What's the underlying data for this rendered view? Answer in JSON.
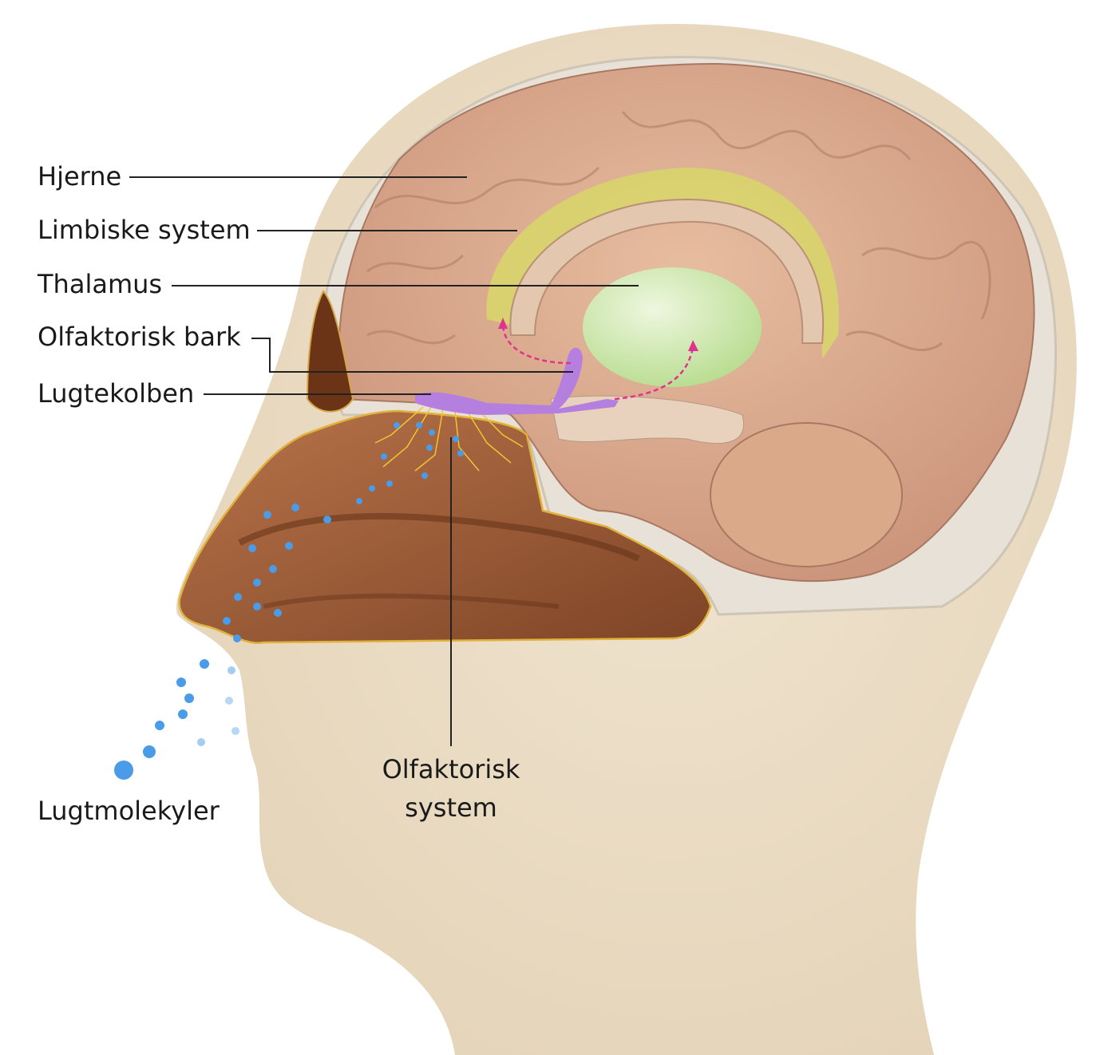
{
  "labels": {
    "brain": "Hjerne",
    "limbic_system": "Limbiske system",
    "thalamus": "Thalamus",
    "olfactory_cortex": "Olfaktorisk bark",
    "olfactory_bulb": "Lugtekolben",
    "odor_molecules": "Lugtmolekyler",
    "olfactory_system_line1": "Olfaktorisk",
    "olfactory_system_line2": "system"
  },
  "colors": {
    "skin": "#efe3cf",
    "skull": "#e9e4dc",
    "brain": "#d9a98a",
    "limbic": "#d8d66a",
    "thalamus": "#cfe8b0",
    "bulb": "#b57fe0",
    "nasal_cavity": "#9c5a34",
    "molecule": "#4a9be8",
    "arrow": "#e0338f",
    "leader": "#222222"
  }
}
